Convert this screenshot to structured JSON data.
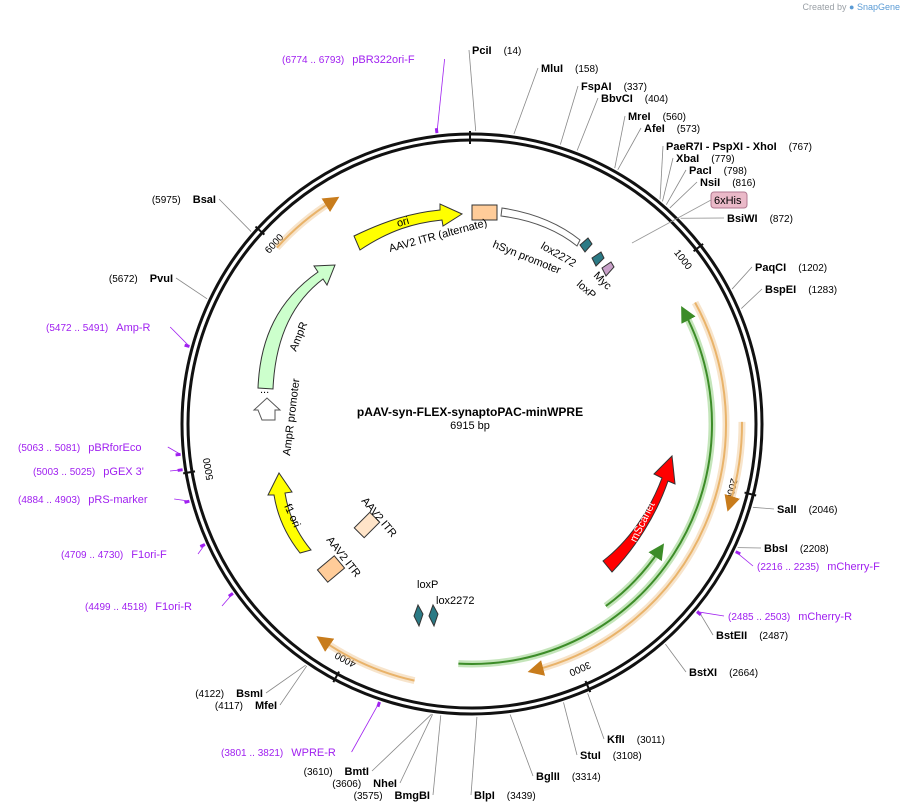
{
  "watermark": {
    "prefix": "Created by",
    "brand": "SnapGene"
  },
  "plasmid": {
    "name": "pAAV-syn-FLEX-synaptoPAC-minWPRE",
    "size_label": "6915 bp",
    "length": 6915
  },
  "ticks": [
    {
      "label": "1000",
      "pos": 1000
    },
    {
      "label": "2000",
      "pos": 2000
    },
    {
      "label": "3000",
      "pos": 3000
    },
    {
      "label": "4000",
      "pos": 4000
    },
    {
      "label": "5000",
      "pos": 5000
    },
    {
      "label": "6000",
      "pos": 6000
    }
  ],
  "enzymes": [
    {
      "name": "PciI",
      "pos_label": "(14)",
      "pos": 14
    },
    {
      "name": "MluI",
      "pos_label": "(158)",
      "pos": 158
    },
    {
      "name": "FspAI",
      "pos_label": "(337)",
      "pos": 337
    },
    {
      "name": "BbvCI",
      "pos_label": "(404)",
      "pos": 404
    },
    {
      "name": "MreI",
      "pos_label": "(560)",
      "pos": 560
    },
    {
      "name": "AfeI",
      "pos_label": "(573)",
      "pos": 573
    },
    {
      "name": "PaeR7I",
      "extra": "- PaeR7I - PspXI - XhoI",
      "pos_label": "(767)",
      "pos": 767
    },
    {
      "name": "XbaI",
      "pos_label": "(779)",
      "pos": 779
    },
    {
      "name": "PacI",
      "pos_label": "(798)",
      "pos": 798
    },
    {
      "name": "NsiI",
      "pos_label": "(816)",
      "pos": 816
    },
    {
      "name": "BsiWI",
      "pos_label": "(872)",
      "pos": 872
    },
    {
      "name": "PaqCI",
      "pos_label": "(1202)",
      "pos": 1202
    },
    {
      "name": "BspEI",
      "pos_label": "(1283)",
      "pos": 1283
    },
    {
      "name": "SalI",
      "pos_label": "(2046)",
      "pos": 2046
    },
    {
      "name": "BbsI",
      "pos_label": "(2208)",
      "pos": 2208
    },
    {
      "name": "BstEII",
      "pos_label": "(2487)",
      "pos": 2487
    },
    {
      "name": "BstXI",
      "pos_label": "(2664)",
      "pos": 2664
    },
    {
      "name": "KflI",
      "pos_label": "(3011)",
      "pos": 3011
    },
    {
      "name": "StuI",
      "pos_label": "(3108)",
      "pos": 3108
    },
    {
      "name": "BglII",
      "pos_label": "(3314)",
      "pos": 3314
    },
    {
      "name": "BlpI",
      "pos_label": "(3439)",
      "pos": 3439
    },
    {
      "name": "BmgBI",
      "pos_label": "(3575)",
      "pos": 3575
    },
    {
      "name": "NheI",
      "pos_label": "(3606)",
      "pos": 3606
    },
    {
      "name": "BmtI",
      "pos_label": "(3610)",
      "pos": 3610
    },
    {
      "name": "MfeI",
      "pos_label": "(4117)",
      "pos": 4117
    },
    {
      "name": "BsmI",
      "pos_label": "(4122)",
      "pos": 4122
    },
    {
      "name": "PvuI",
      "pos_label": "(5672)",
      "pos": 5672
    },
    {
      "name": "BsaI",
      "pos_label": "(5975)",
      "pos": 5975
    }
  ],
  "primers": [
    {
      "name": "pBR322ori-F",
      "range": "(6774 .. 6793)",
      "pos": 6783
    },
    {
      "name": "mCherry-F",
      "range": "(2216 .. 2235)",
      "pos": 2225
    },
    {
      "name": "mCherry-R",
      "range": "(2485 .. 2503)",
      "pos": 2494
    },
    {
      "name": "WPRE-R",
      "range": "(3801 .. 3821)",
      "pos": 3811
    },
    {
      "name": "F1ori-R",
      "range": "(4499 .. 4518)",
      "pos": 4508
    },
    {
      "name": "F1ori-F",
      "range": "(4709 .. 4730)",
      "pos": 4720
    },
    {
      "name": "pRS-marker",
      "range": "(4884 .. 4903)",
      "pos": 4893
    },
    {
      "name": "pGEX 3'",
      "range": "(5003 .. 5025)",
      "pos": 5014
    },
    {
      "name": "pBRforEco",
      "range": "(5063 .. 5081)",
      "pos": 5072
    },
    {
      "name": "Amp-R",
      "range": "(5472 .. 5491)",
      "pos": 5481
    }
  ],
  "features": {
    "ori": "ori",
    "aav_itr_alt": "AAV2 ITR (alternate)",
    "hsyn": "hSyn promoter",
    "lox2272_top": "lox2272",
    "loxp_top": "loxP",
    "myc": "Myc",
    "his": "6xHis",
    "mscarlet": "mScarlet",
    "loxp_bottom": "loxP",
    "lox2272_bottom": "lox2272",
    "aav_itr_1": "AAV2 ITR",
    "aav_itr_2": "AAV2 ITR",
    "f1ori": "f1 ori",
    "ampr": "AmpR",
    "ampr_promoter": "AmpR promoter",
    "ampr_dots": "..."
  },
  "colors": {
    "primer": "#a020f0",
    "ori": "#ffff00",
    "ampr": "#ccffcc",
    "itr": "#ffcc99",
    "mscarlet": "#ff0000",
    "orf_orange": "#c87c1c",
    "orf_green": "#3c8c28",
    "his_tag": "#eab9c8"
  }
}
